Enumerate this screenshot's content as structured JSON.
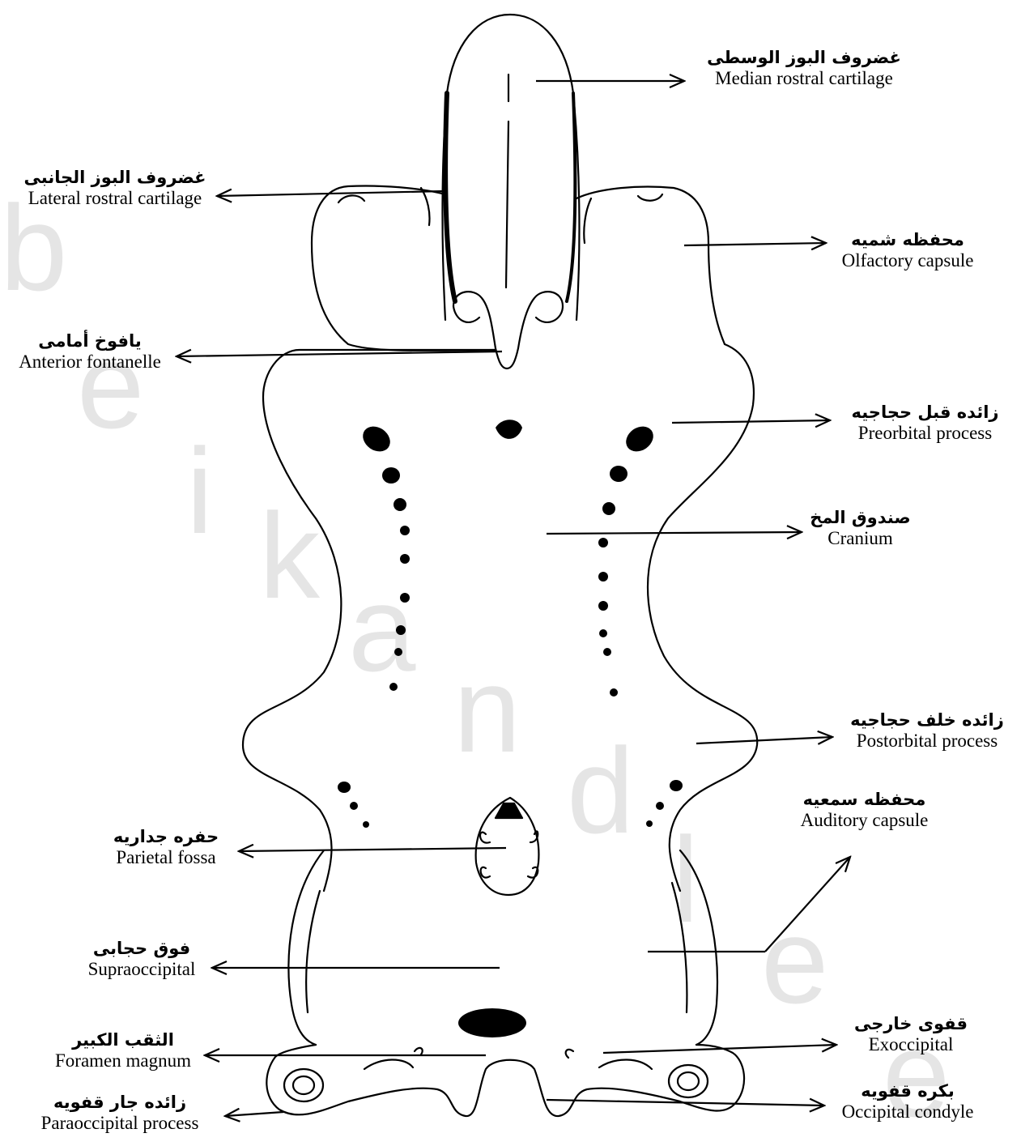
{
  "labels": [
    {
      "ar": "غضروف البوز الوسطى",
      "en": "Median rostral cartilage"
    },
    {
      "ar": "غضروف البوز الجانبى",
      "en": "Lateral rostral cartilage"
    },
    {
      "ar": "محفظه شميه",
      "en": "Olfactory capsule"
    },
    {
      "ar": "يافوخ أمامى",
      "en": "Anterior fontanelle"
    },
    {
      "ar": "زائده قبل حجاجيه",
      "en": "Preorbital process"
    },
    {
      "ar": "صندوق المخ",
      "en": "Cranium"
    },
    {
      "ar": "زائده خلف حجاجيه",
      "en": "Postorbital process"
    },
    {
      "ar": "محفظه سمعيه",
      "en": "Auditory capsule"
    },
    {
      "ar": "حفره جداريه",
      "en": "Parietal fossa"
    },
    {
      "ar": "فوق حجابى",
      "en": "Supraoccipital"
    },
    {
      "ar": "الثقب الكبير",
      "en": "Foramen magnum"
    },
    {
      "ar": "قفوى خارجى",
      "en": "Exoccipital"
    },
    {
      "ar": "زائده جار قفويه",
      "en": "Paraoccipital process"
    },
    {
      "ar": "بكره قفويه",
      "en": "Occipital condyle"
    }
  ],
  "watermark": [
    "b",
    "e",
    "i",
    "k",
    "a",
    "n",
    "d",
    "l",
    "e",
    "e"
  ],
  "colors": {
    "ink": "#000000",
    "background": "#ffffff",
    "watermark": "#e6e6e6"
  }
}
